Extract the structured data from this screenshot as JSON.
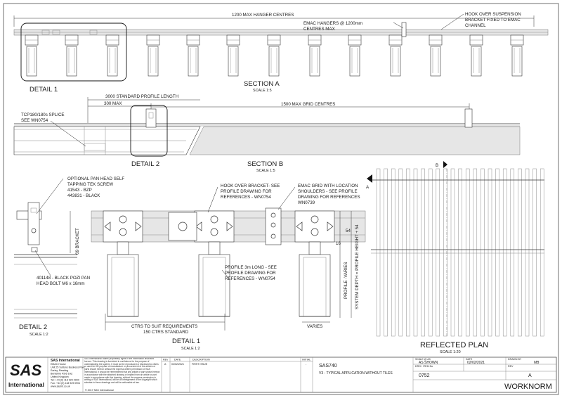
{
  "section_a": {
    "title": "SECTION A",
    "scale": "SCALE 1:5",
    "dim_hanger_centres": "1200 MAX HANGER CENTRES",
    "note_emac_hangers": [
      "EMAC HANGERS @ 1200mm",
      "CENTRES MAX"
    ],
    "note_hook_over": [
      "HOOK OVER SUSPENSION",
      "BRACKET FIXED TO EMAC",
      "CHANNEL"
    ],
    "detail_label": "DETAIL 1"
  },
  "section_b": {
    "title": "SECTION B",
    "scale": "SCALE 1:5",
    "dim_standard_length": "3000 STANDARD PROFILE LENGTH",
    "dim_300_max": "300 MAX",
    "dim_grid_centres": "1500 MAX GRID CENTRES",
    "note_splice": [
      "TCP180/180s SPLICE",
      "SEE WN0754"
    ],
    "detail_label": "DETAIL 2"
  },
  "detail_2": {
    "title": "DETAIL 2",
    "scale": "SCALE 1:2",
    "note_screw": [
      "OPTIONAL PAN HEAD SELF",
      "TAPPING TEK SCREW",
      "41543 - BZP",
      "443831 - BLACK"
    ],
    "dim_bracket": "69 BRACKET",
    "note_bolt": [
      "401148 - BLACK POZI PAN",
      "HEAD BOLT M6 x 16mm"
    ]
  },
  "detail_1": {
    "title": "DETAIL 1",
    "scale": "SCALE 1:2",
    "note_hook_bracket": [
      "HOOK OVER BRACKET- SEE",
      "PROFILE DRAWING FOR",
      "REFERENCES - WN0754"
    ],
    "note_emac_grid": [
      "EMAC GRID WITH LOCATION",
      "SHOULDERS  - SEE PROFILE",
      "DRAWING FOR REFERENCES",
      "WN0739"
    ],
    "note_profile": [
      "PROFILE 3m LONG - SEE",
      "PROFILE DRAWING FOR",
      "REFERENCES - WN0754"
    ],
    "dim_ctrs": "CTRS TO SUIT REQUIREMENTS",
    "dim_150": "150 CTRS STANDARD",
    "dim_varies": "VARIES",
    "dim_54": "54",
    "dim_16": "16",
    "dim_profile_varies": "PROFILE -VARIES",
    "dim_system_depth": "SYSTEM DEPTH = PROFILE HEIGHT + 54"
  },
  "reflected_plan": {
    "title": "REFLECTED PLAN",
    "scale": "SCALE 1:20",
    "marker_a": "A",
    "marker_b": "B"
  },
  "title_block": {
    "company": "SAS International",
    "address": [
      "EMAC House",
      "Unit 25 Suttons Business Park",
      "Earley, Reading",
      "Berkshire RG6 1AZ",
      "United Kingdom",
      "Tel: +44 (0) 118 929 0900",
      "Fax: +44 (0) 118 929 0901",
      "www.sasint.co.uk"
    ],
    "logo_text": "SAS",
    "logo_sub": "International",
    "disclaimer": "SAS International claims proprietary rights in the information disclosed hereon. This drawing is furnished in confidence for the purpose of understanding the system. It must not be reproduced or disclosed to others or used for the purpose of manufacture or procurement of the articles or parts shown hereon without the express written permission of SAS International. It should be remembered that any article or part shown hereon in accordance with the attached drawing or implied from an article or part made in accordance with this drawing, without the express permission in writing of SAS International, will be an infringement of the copyright which subsists in these drawings and will be actionable at law.",
    "copyright": "© 2017 SAS International",
    "rev_headers": [
      "REV",
      "DATE",
      "DESCRIPTION",
      "INITIAL"
    ],
    "rev_rows": [
      {
        "rev": "A",
        "date": "02/02/2021",
        "description": "FIRST ISSUE",
        "initial": "-"
      }
    ],
    "product": "SAS740",
    "drawing_title": "V3 - TYPICAL APPLICATION WITHOUT TILES",
    "scale_label": "SCALE @ A3",
    "scale_value": "AS SHOWN",
    "date_label": "DATE",
    "date_value": "02/02/2021",
    "drawn_label": "DRAWN BY",
    "drawn_value": "MB",
    "dwg_label": "DRG / ITEM No",
    "dwg_value": "0752",
    "rev_label": "REV",
    "rev_value": "A",
    "series": "WORKNORM"
  }
}
